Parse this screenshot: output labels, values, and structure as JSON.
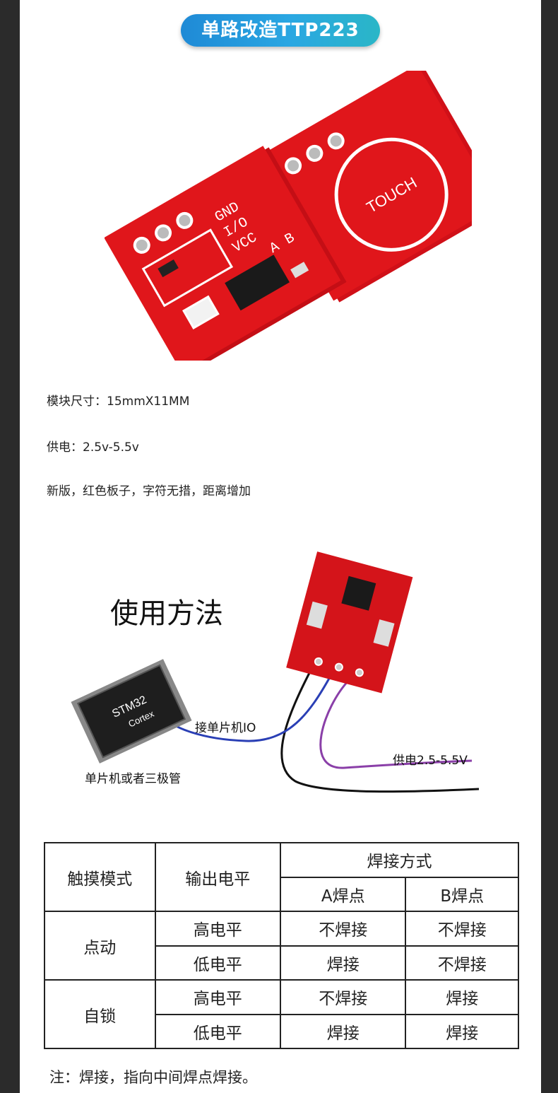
{
  "header": {
    "title": "单路改造TTP223"
  },
  "photo": {
    "touch_label": "TOUCH",
    "pin_labels": [
      "GND",
      "I/O",
      "VCC"
    ],
    "pad_labels": [
      "A",
      "B"
    ]
  },
  "specs": {
    "size": "模块尺寸：15mmX11MM",
    "power": "供电：2.5v-5.5v",
    "version": "新版，红色板子，字符无措，距离增加"
  },
  "usage": {
    "title": "使用方法",
    "chip_brand": "STM32",
    "chip_sub": "Cortex",
    "io_label": "接单片机IO",
    "power_label": "供电2.5-5.5V",
    "mcu_label": "单片机或者三极管"
  },
  "colors": {
    "pcb_red": "#e0161b",
    "wire_blue": "#2a3fb5",
    "wire_purple": "#8a3fa8",
    "wire_black": "#111111"
  },
  "table": {
    "header": {
      "mode": "触摸模式",
      "output": "输出电平",
      "solder": "焊接方式",
      "a": "A焊点",
      "b": "B焊点"
    },
    "groups": [
      {
        "mode": "点动",
        "rows": [
          {
            "output": "高电平",
            "a": "不焊接",
            "b": "不焊接"
          },
          {
            "output": "低电平",
            "a": "焊接",
            "b": "不焊接"
          }
        ]
      },
      {
        "mode": "自锁",
        "rows": [
          {
            "output": "高电平",
            "a": "不焊接",
            "b": "焊接"
          },
          {
            "output": "低电平",
            "a": "焊接",
            "b": "焊接"
          }
        ]
      }
    ]
  },
  "note": "注：焊接，指向中间焊点焊接。"
}
